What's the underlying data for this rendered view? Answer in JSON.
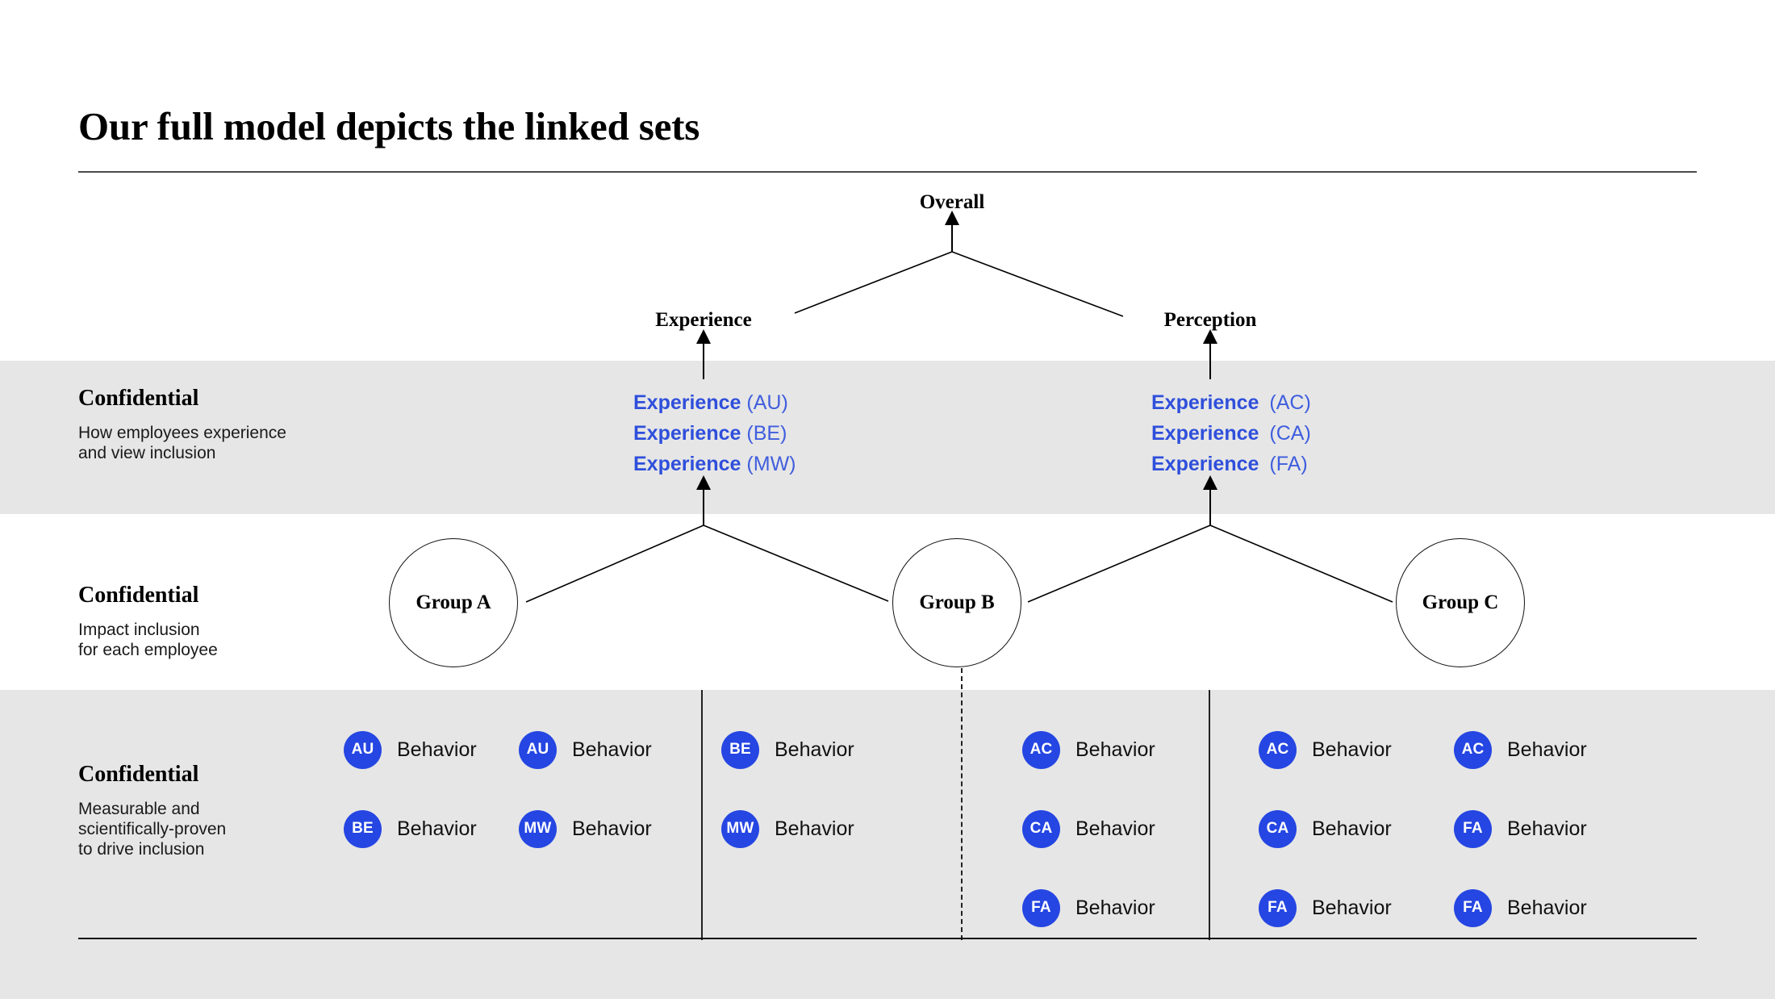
{
  "header": {
    "title": "Our full model depicts the linked sets"
  },
  "tree": {
    "overall": "Overall",
    "experience": "Experience",
    "perception": "Perception"
  },
  "experience_lists": {
    "left": [
      {
        "name": "Experience",
        "code": "(AU)"
      },
      {
        "name": "Experience",
        "code": "(BE)"
      },
      {
        "name": "Experience",
        "code": "(MW)"
      }
    ],
    "right": [
      {
        "name": "Experience",
        "code": "(AC)"
      },
      {
        "name": "Experience",
        "code": "(CA)"
      },
      {
        "name": "Experience",
        "code": "(FA)"
      }
    ]
  },
  "groups": [
    {
      "label": "Group A"
    },
    {
      "label": "Group B"
    },
    {
      "label": "Group C"
    }
  ],
  "sections": [
    {
      "title": "Confidential",
      "desc": "How employees experience\nand view inclusion"
    },
    {
      "title": "Confidential",
      "desc": "Impact inclusion\nfor each employee"
    },
    {
      "title": "Confidential",
      "desc": "Measurable and\nscientifically-proven\nto drive inclusion"
    }
  ],
  "behavior_label": "Behavior",
  "behavior_columns": [
    {
      "items": [
        {
          "badge": "AU"
        },
        {
          "badge": "BE"
        }
      ]
    },
    {
      "items": [
        {
          "badge": "AU"
        },
        {
          "badge": "MW"
        }
      ]
    },
    {
      "items": [
        {
          "badge": "BE"
        },
        {
          "badge": "MW"
        }
      ]
    },
    {
      "items": [
        {
          "badge": "AC"
        },
        {
          "badge": "CA"
        },
        {
          "badge": "FA"
        }
      ]
    },
    {
      "items": [
        {
          "badge": "AC"
        },
        {
          "badge": "CA"
        },
        {
          "badge": "FA"
        }
      ]
    },
    {
      "items": [
        {
          "badge": "AC"
        },
        {
          "badge": "FA"
        },
        {
          "badge": "FA"
        }
      ]
    }
  ],
  "colors": {
    "badge_blue": "#2546e2",
    "text_blue": "#2f4fdb",
    "band_gray": "#e6e6e6"
  }
}
